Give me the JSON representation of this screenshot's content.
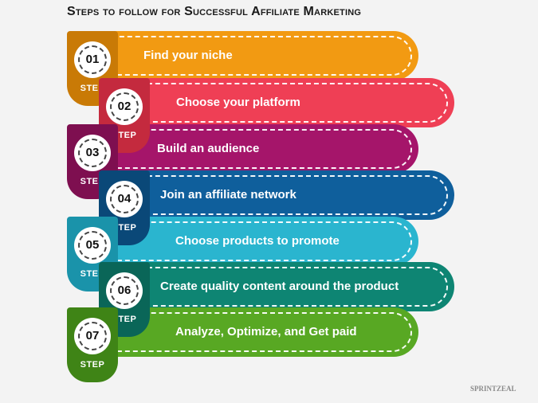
{
  "title": "Steps to follow for Successful Affiliate Marketing",
  "step_word": "STEP",
  "steps": [
    {
      "num": "01",
      "label": "Find your niche",
      "color": "#f29a12",
      "dark": "#c97a06"
    },
    {
      "num": "02",
      "label": "Choose your platform",
      "color": "#ef3f55",
      "dark": "#c42a3e"
    },
    {
      "num": "03",
      "label": "Build an audience",
      "color": "#a5156a",
      "dark": "#7e0f50"
    },
    {
      "num": "04",
      "label": "Join an affiliate network",
      "color": "#0f5f9c",
      "dark": "#0a4878"
    },
    {
      "num": "05",
      "label": "Choose products to promote",
      "color": "#2ab5cf",
      "dark": "#1a93aa"
    },
    {
      "num": "06",
      "label": "Create quality content around the product",
      "color": "#0e8573",
      "dark": "#0a6658"
    },
    {
      "num": "07",
      "label": "Analyze, Optimize, and Get paid",
      "color": "#58a823",
      "dark": "#3f8416"
    }
  ],
  "logo": "SPRINTZEAL"
}
